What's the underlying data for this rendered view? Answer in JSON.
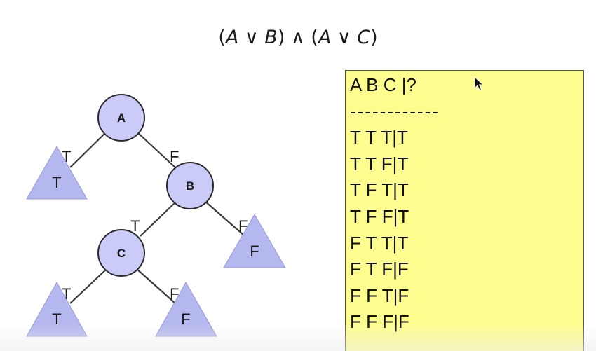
{
  "formula": {
    "open1": "(",
    "a1": "A",
    "or1": " ∨ ",
    "b": "B",
    "close1": ")",
    "and": " ∧ ",
    "open2": "(",
    "a2": "A",
    "or2": " ∨ ",
    "c": "C",
    "close2": ")"
  },
  "tree": {
    "node_fill": "#cacbf7",
    "leaf_fill": "#b5b7ef",
    "nodes": {
      "a": "A",
      "b": "B",
      "c": "C"
    },
    "leaves": {
      "a_true": "T",
      "b_false": "F",
      "c_true": "T",
      "c_false": "F"
    },
    "edges": {
      "a_true": "T",
      "a_false": "F",
      "b_true": "T",
      "b_false": "F",
      "c_true": "T",
      "c_false": "F"
    }
  },
  "truth_table": {
    "background": "#fdfd8f",
    "header": "A B C |?",
    "separator": "------------",
    "rows": [
      "T T T|T",
      "T T F|T",
      "T F T|T",
      "T F F|T",
      "F T T|T",
      "F T F|F",
      "F F T|F",
      "F F F|F"
    ]
  },
  "cursor_icon": "arrow-pointer"
}
